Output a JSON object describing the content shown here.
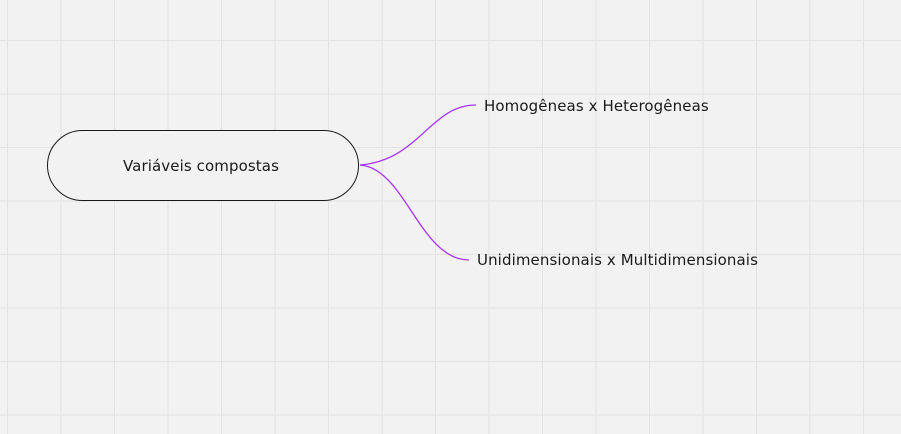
{
  "mindmap": {
    "root": {
      "label": "Variáveis compostas"
    },
    "branches": [
      {
        "label": "Homogêneas x Heterogêneas"
      },
      {
        "label": "Unidimensionais x Multidimensionais"
      }
    ]
  },
  "colors": {
    "background": "#f2f2f2",
    "grid": "#e3e3e3",
    "node_border": "#1a1a1a",
    "connector": "#a733f5",
    "text": "#1a1a1a"
  }
}
